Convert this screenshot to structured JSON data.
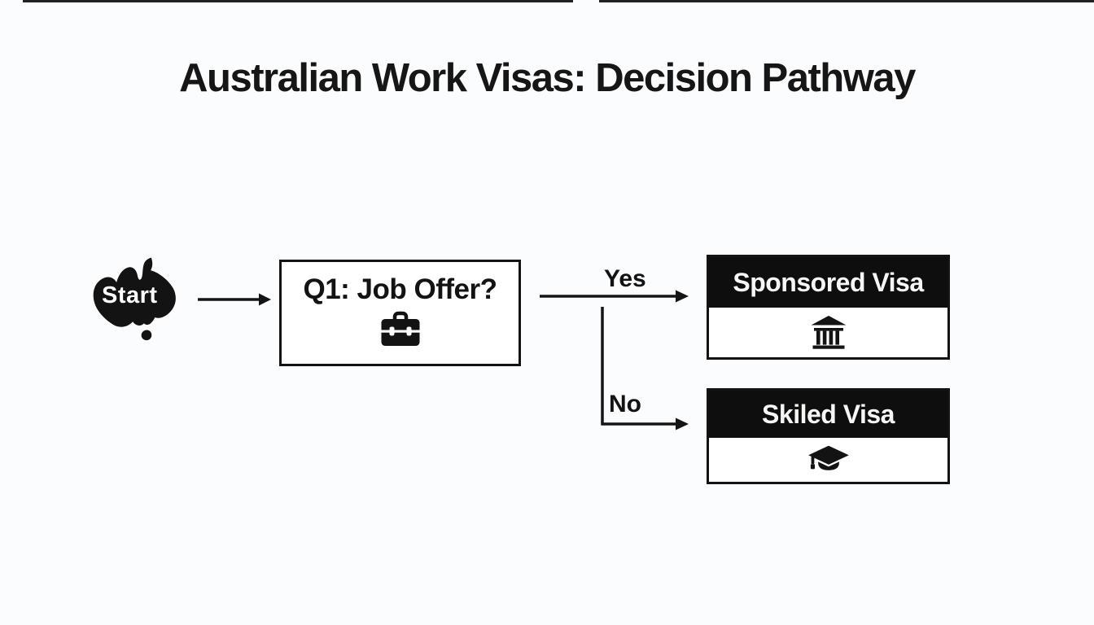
{
  "page": {
    "title": "Australian Work Visas: Decision Pathway",
    "background_color": "#fbfcfd",
    "ink_color": "#131313"
  },
  "flowchart": {
    "start": {
      "label": "Start",
      "icon": "australia-map-icon"
    },
    "question": {
      "label": "Q1: Job Offer?",
      "icon": "briefcase-icon"
    },
    "branches": {
      "yes": "Yes",
      "no": "No"
    },
    "outcomes": [
      {
        "label": "Sponsored Visa",
        "icon": "bank-icon",
        "header_bg": "#0e0e0e",
        "header_text_color": "#f6f6f4"
      },
      {
        "label": "Skiled Visa",
        "icon": "graduation-cap-icon",
        "header_bg": "#0e0e0e",
        "header_text_color": "#f6f6f4"
      }
    ]
  }
}
